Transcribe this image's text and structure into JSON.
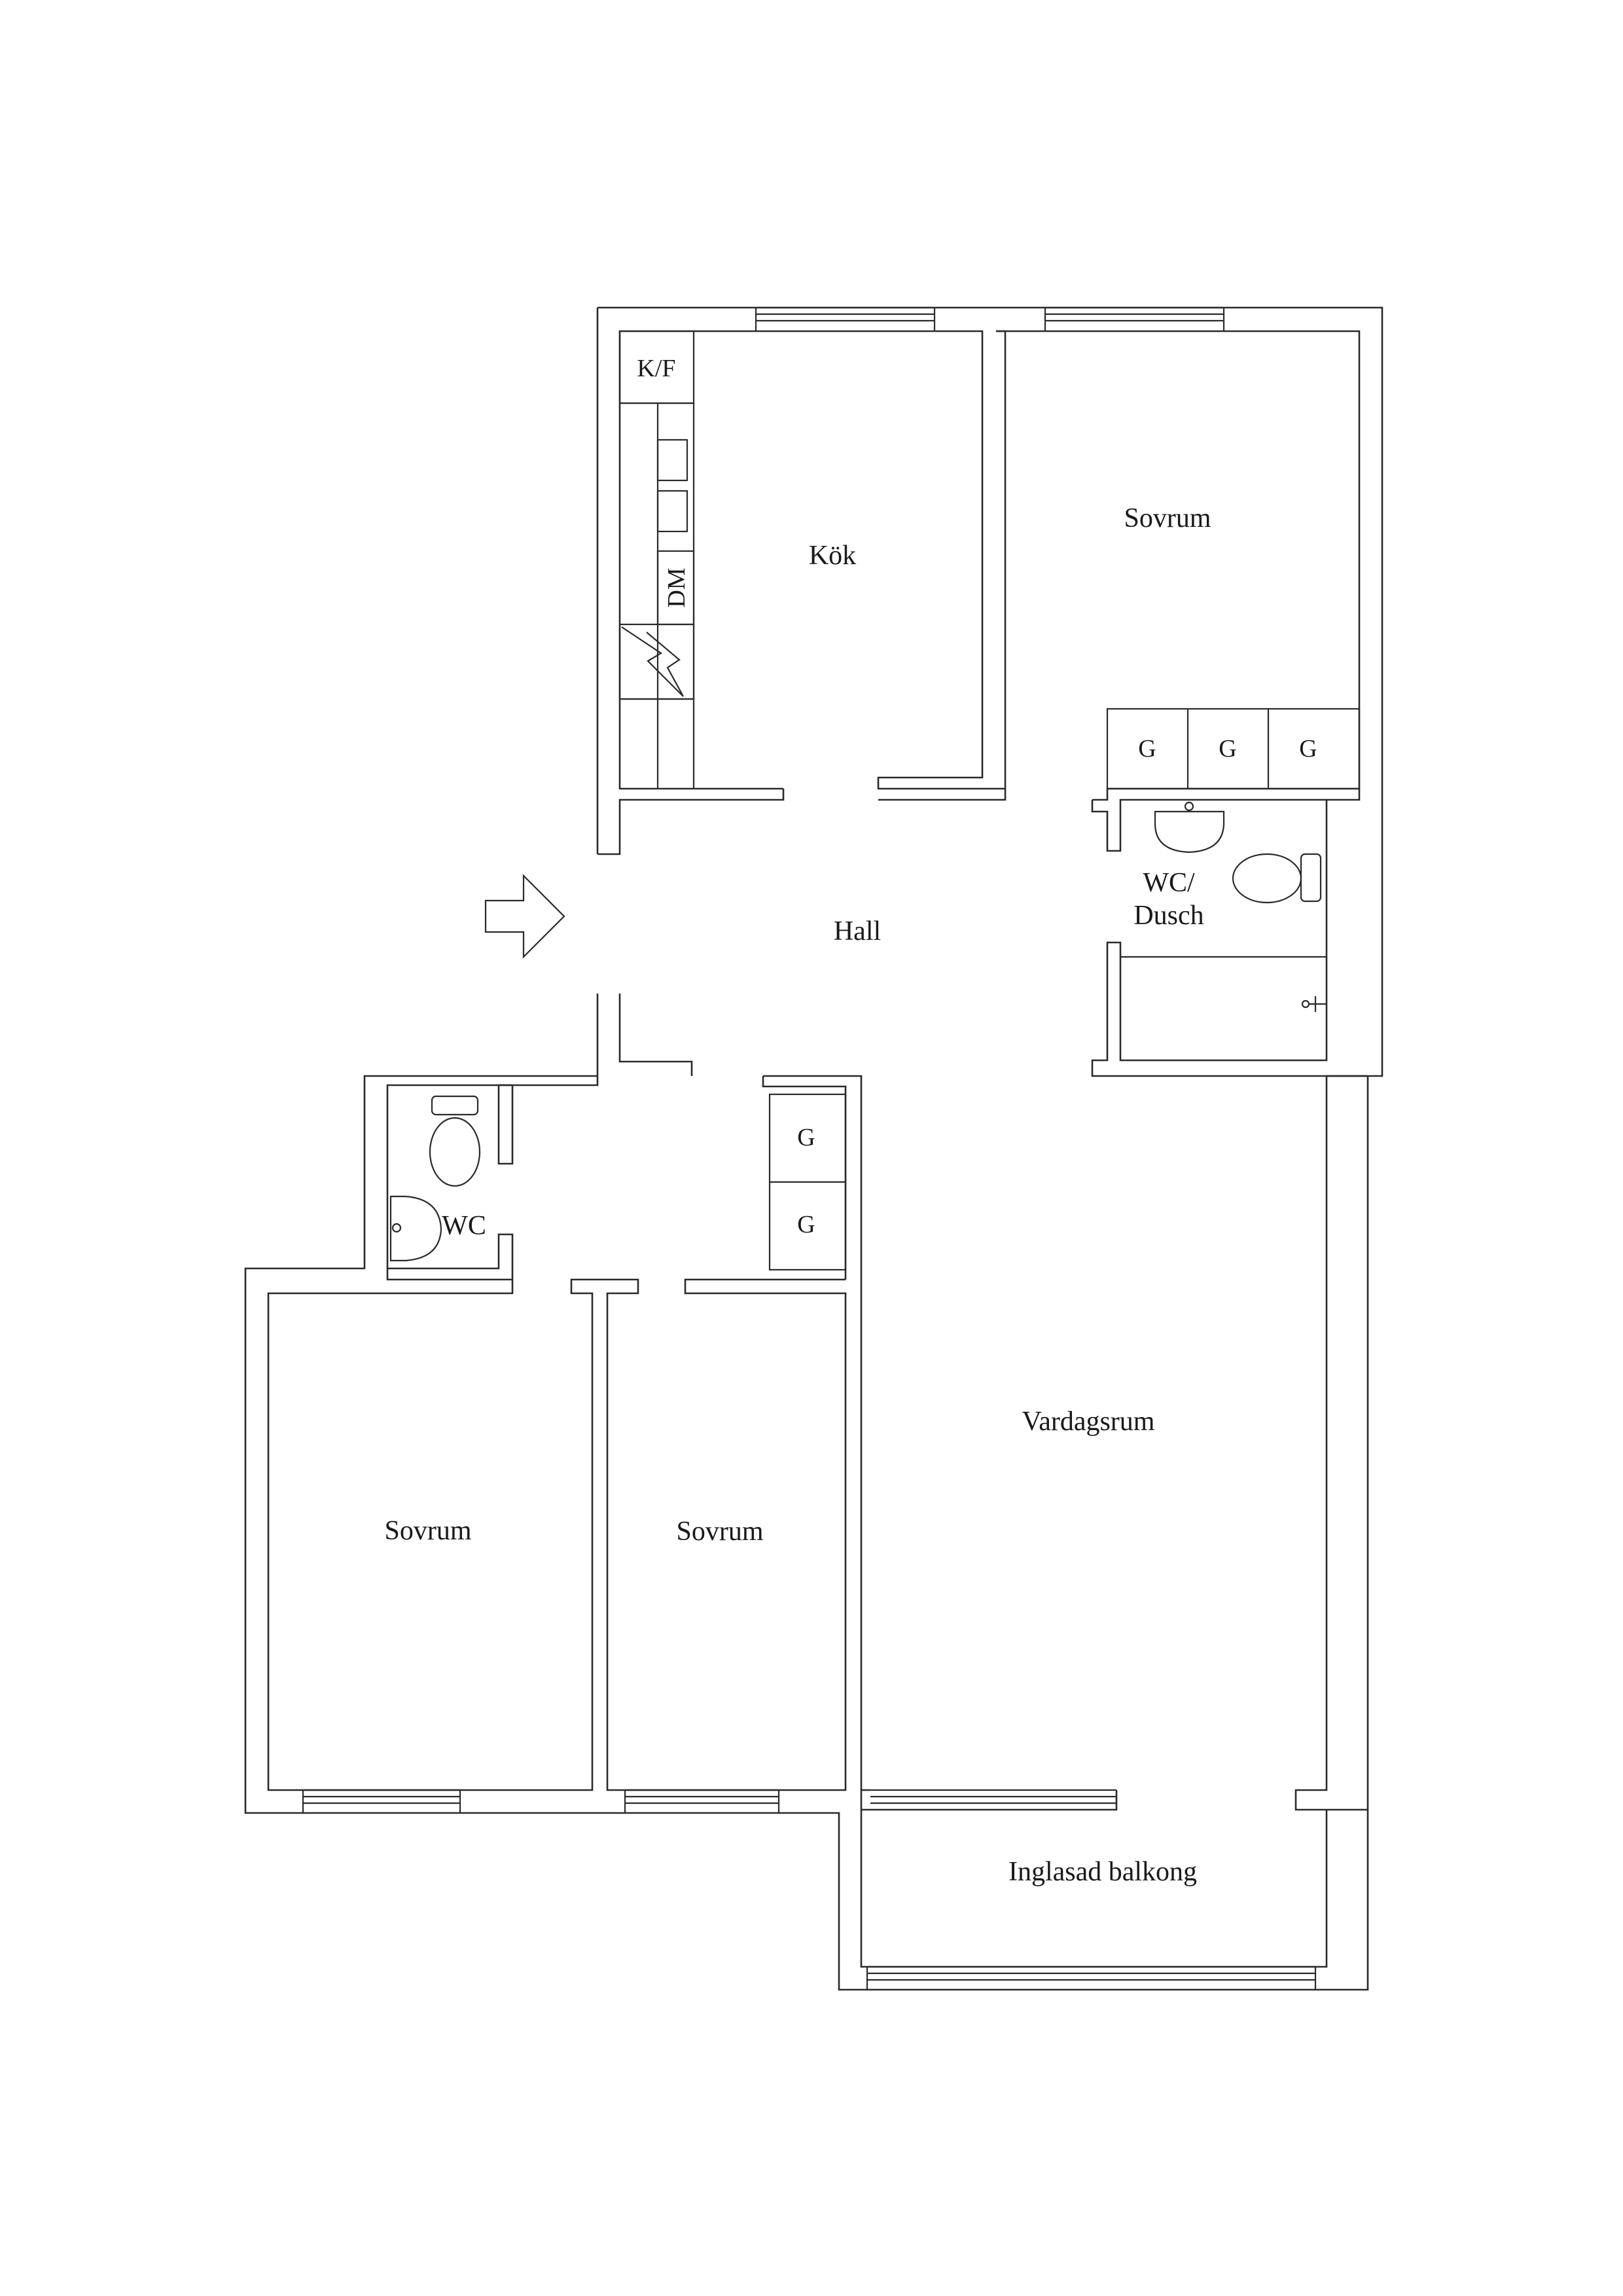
{
  "rooms": {
    "kitchen": "Kök",
    "bedroom_top": "Sovrum",
    "hall": "Hall",
    "wc_shower_line1": "WC/",
    "wc_shower_line2": "Dusch",
    "wc": "WC",
    "living_room": "Vardagsrum",
    "bedroom_left": "Sovrum",
    "bedroom_middle": "Sovrum",
    "glazed_balcony": "Inglasad balkong"
  },
  "fixtures": {
    "fridge_freezer": "K/F",
    "dishwasher": "DM",
    "wardrobe_top_1": "G",
    "wardrobe_top_2": "G",
    "wardrobe_top_3": "G",
    "wardrobe_hall_1": "G",
    "wardrobe_hall_2": "G"
  },
  "icons": {
    "entrance": "entrance-arrow-icon",
    "stove": "stove-icon",
    "toilet": "toilet-icon",
    "sink": "sink-icon",
    "shower": "shower-head-icon"
  }
}
